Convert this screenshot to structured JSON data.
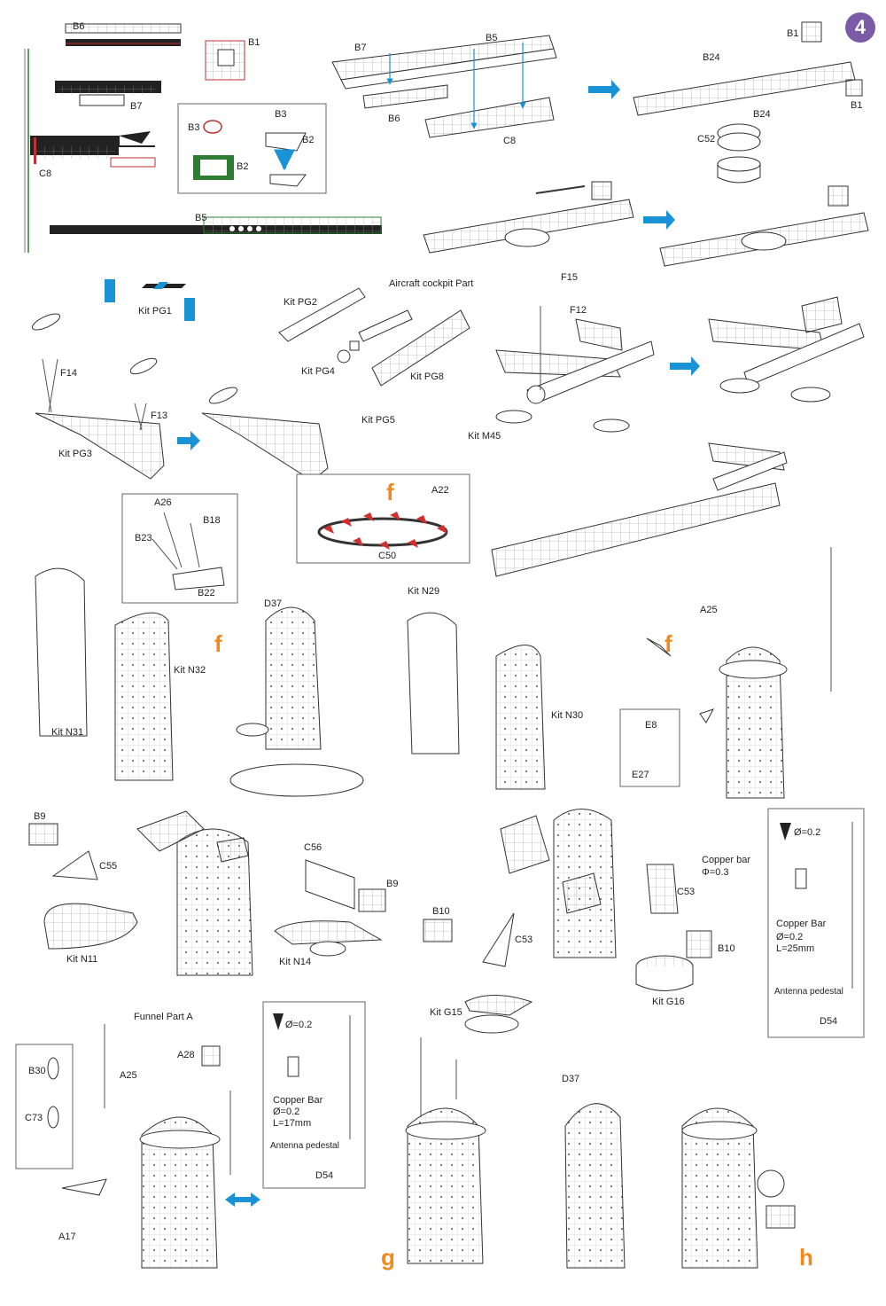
{
  "step_number": "4",
  "colors": {
    "accent_orange": "#f08a1c",
    "accent_blue": "#1a93d6",
    "step_badge": "#7b5aa6"
  },
  "labels": {
    "b6_top": "B6",
    "b1_top": "B1",
    "b7_left": "B7",
    "c8_left": "C8",
    "b5_left": "B5",
    "b3_a": "B3",
    "b3_b": "B3",
    "b2_a": "B2",
    "b2_b": "B2",
    "b7_mid": "B7",
    "b5_mid": "B5",
    "b6_mid": "B6",
    "c8_mid": "C8",
    "b1_r1": "B1",
    "b24_a": "B24",
    "b24_b": "B24",
    "b1_r2": "B1",
    "c52": "C52",
    "kit_pg1": "Kit PG1",
    "f14": "F14",
    "f13": "F13",
    "kit_pg3": "Kit PG3",
    "kit_pg2": "Kit PG2",
    "aircraft_cockpit": "Aircraft cockpit Part",
    "kit_pg4": "Kit PG4",
    "kit_pg8": "Kit PG8",
    "kit_pg5": "Kit PG5",
    "f15": "F15",
    "f12": "F12",
    "kit_m45": "Kit M45",
    "a26": "A26",
    "b18": "B18",
    "b23": "B23",
    "b22": "B22",
    "f_1": "f",
    "a22": "A22",
    "c50": "C50",
    "kit_n31": "Kit N31",
    "kit_n32": "Kit N32",
    "d37_a": "D37",
    "f_2": "f",
    "kit_n29": "Kit N29",
    "kit_n30": "Kit N30",
    "a25_a": "A25",
    "f_3": "f",
    "e8": "E8",
    "e27": "E27",
    "b9_a": "B9",
    "c55": "C55",
    "kit_n11": "Kit N11",
    "c56": "C56",
    "b9_b": "B9",
    "kit_n14": "Kit N14",
    "b10_a": "B10",
    "c53_a": "C53",
    "kit_g15": "Kit G15",
    "copper_bar_top": "Copper bar",
    "copper_phi_top": "Φ=0.3",
    "c53_b": "C53",
    "b10_b": "B10",
    "kit_g16": "Kit G16",
    "phi_r": "Ø=0.2",
    "copper_bar_r": "Copper Bar",
    "phi_r2": "Ø=0.2",
    "len_r": "L=25mm",
    "antenna_r": "Antenna pedestal",
    "d54_r": "D54",
    "funnel_part": "Funnel Part A",
    "a28": "A28",
    "a25_b": "A25",
    "b30": "B30",
    "c73": "C73",
    "a17": "A17",
    "phi_m": "Ø=0.2",
    "copper_bar_m": "Copper Bar",
    "phi_m2": "Ø=0.2",
    "len_m": "L=17mm",
    "antenna_m": "Antenna pedestal",
    "d54_m": "D54",
    "d37_b": "D37",
    "g": "g",
    "h": "h"
  }
}
